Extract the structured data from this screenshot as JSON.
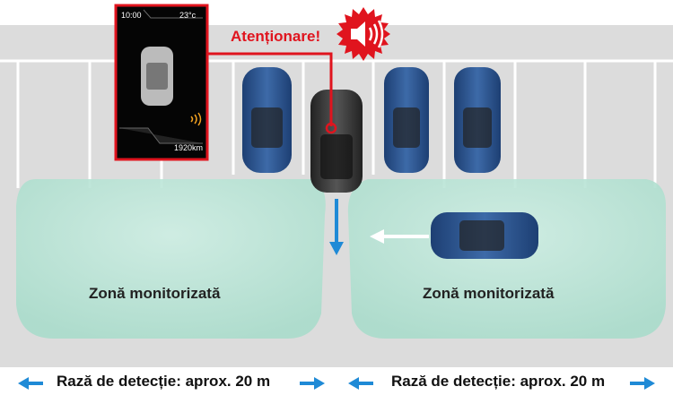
{
  "display": {
    "time": "10:00",
    "temperature": "23°c",
    "odometer": "1920km"
  },
  "warning_label": "Atenționare!",
  "zones": [
    {
      "label": "Zonă monitorizată"
    },
    {
      "label": "Zonă monitorizată"
    }
  ],
  "ranges": [
    {
      "label": "Rază de detecție: aprox. 20 m"
    },
    {
      "label": "Rază de detecție: aprox. 20 m"
    }
  ],
  "colors": {
    "alert_red": "#e0141e",
    "arrow_blue": "#1f8ad6",
    "zone_green": "#bfe6d8",
    "pavement": "#dcdcdc"
  }
}
